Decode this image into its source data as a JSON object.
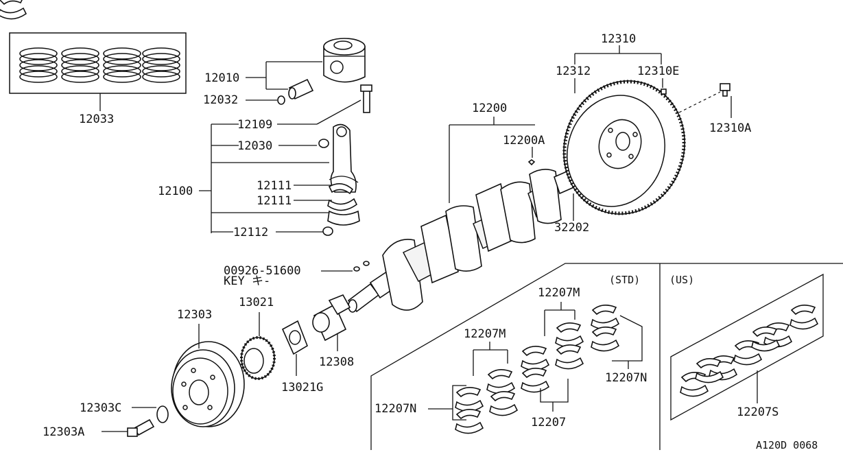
{
  "figure_id": "A120D 0068",
  "section_labels": {
    "std": "(STD)",
    "us": "(US)"
  },
  "callouts": {
    "p12033": "12033",
    "p12010": "12010",
    "p12032": "12032",
    "p12109": "12109",
    "p12030": "12030",
    "p12100": "12100",
    "p12111a": "12111",
    "p12111b": "12111",
    "p12112": "12112",
    "p00926": "00926-51600",
    "key": "KEY キ-",
    "p12200": "12200",
    "p12200A": "12200A",
    "p12310": "12310",
    "p12312": "12312",
    "p12310E": "12310E",
    "p12310A": "12310A",
    "p32202": "32202",
    "p13021": "13021",
    "p12303": "12303",
    "p13021G": "13021G",
    "p12308": "12308",
    "p12303C": "12303C",
    "p12303A": "12303A",
    "p12207M_a": "12207M",
    "p12207M_b": "12207M",
    "p12207N_a": "12207N",
    "p12207N_b": "12207N",
    "p12207": "12207",
    "p12207S": "12207S"
  }
}
